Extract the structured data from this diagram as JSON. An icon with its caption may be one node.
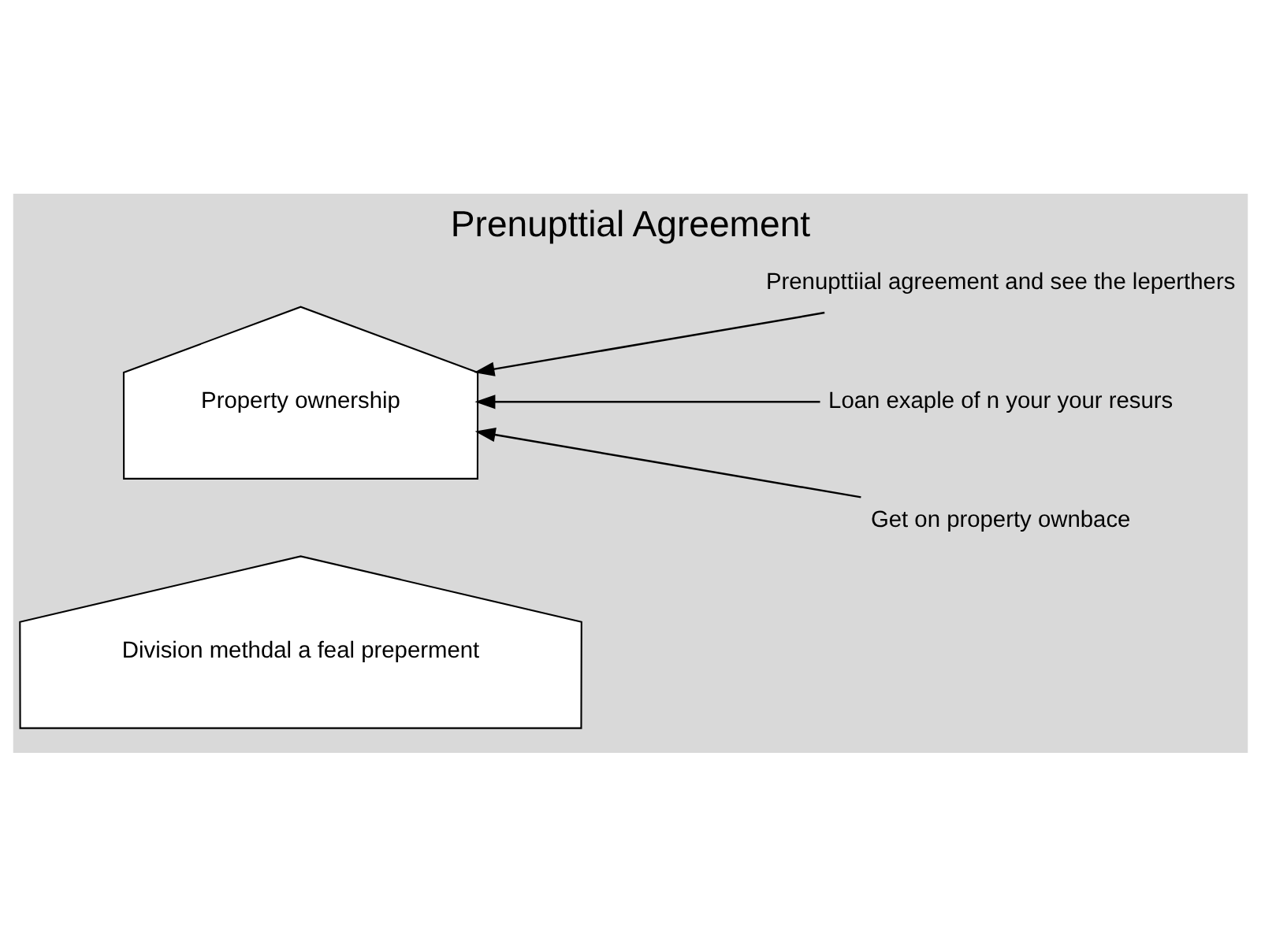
{
  "diagram": {
    "title": "Prenupttial Agreement",
    "nodes": [
      {
        "text": [
          "Property ownership"
        ]
      },
      {
        "text": [
          "Prenupttiial agreement and see the leperthers"
        ]
      },
      {
        "text": [
          "Loan exaple of n your your resurs"
        ]
      },
      {
        "text": [
          "Get on property ownbace"
        ]
      },
      {
        "text": [
          "Division methdal a feal preperment"
        ]
      }
    ],
    "edges": [
      {
        "from": 1,
        "to": 0,
        "arrow": "to"
      },
      {
        "from": 2,
        "to": 0,
        "arrow": "to"
      },
      {
        "from": 3,
        "to": 0,
        "arrow": "to"
      }
    ]
  }
}
